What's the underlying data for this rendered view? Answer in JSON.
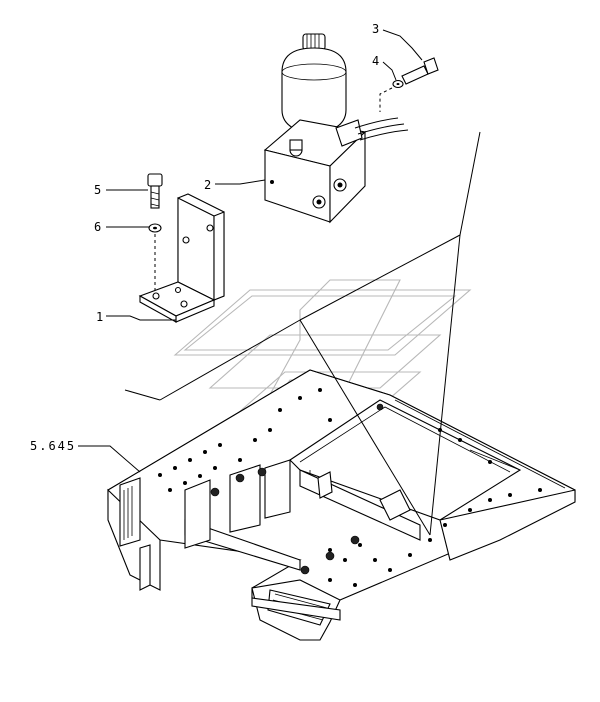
{
  "callouts": {
    "c1": "1",
    "c2": "2",
    "c3": "3",
    "c4": "4",
    "c5": "5",
    "c6": "6",
    "ref": "5.645"
  }
}
